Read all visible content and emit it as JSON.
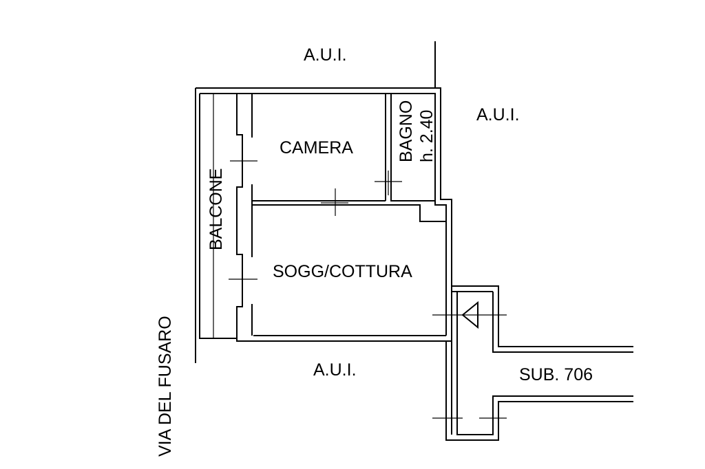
{
  "labels": {
    "aui_top": "A.U.I.",
    "aui_right": "A.U.I.",
    "aui_bottom": "A.U.I.",
    "camera": "CAMERA",
    "bagno": "BAGNO",
    "bagno_height": "h. 2.40",
    "balcone": "BALCONE",
    "soggiorno": "SOGG/COTTURA",
    "sub": "SUB. 706",
    "street": "VIA DEL FUSARO"
  },
  "colors": {
    "line": "#000000",
    "background": "#ffffff"
  }
}
